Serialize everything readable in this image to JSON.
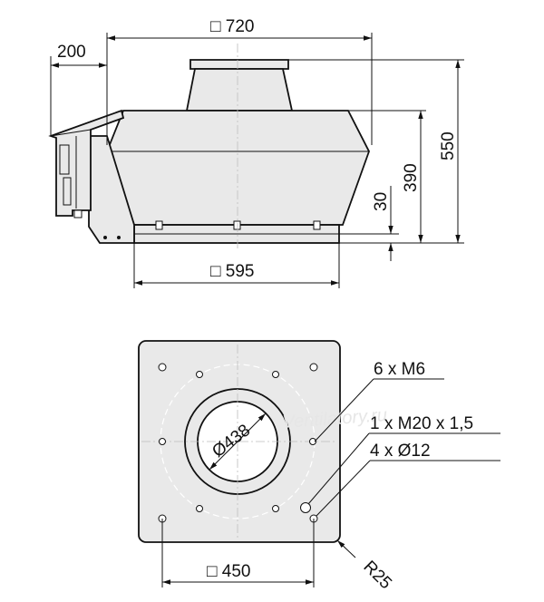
{
  "side_view": {
    "dim_width_top": "□ 720",
    "dim_overhang": "200",
    "dim_height_total": "550",
    "dim_height_body": "390",
    "dim_base_height": "30",
    "dim_base_width": "□ 595"
  },
  "bottom_view": {
    "label_bolts": "6 x M6",
    "label_thread": "1 x M20 x 1,5",
    "label_holes": "4 x Ø12",
    "label_diameter": "Ø438",
    "dim_hole_spacing": "□ 450",
    "label_radius": "R25",
    "watermark": "Ventilatory.ru"
  },
  "colors": {
    "line": "#111111",
    "fill": "#e9e9e9",
    "background": "#ffffff"
  }
}
